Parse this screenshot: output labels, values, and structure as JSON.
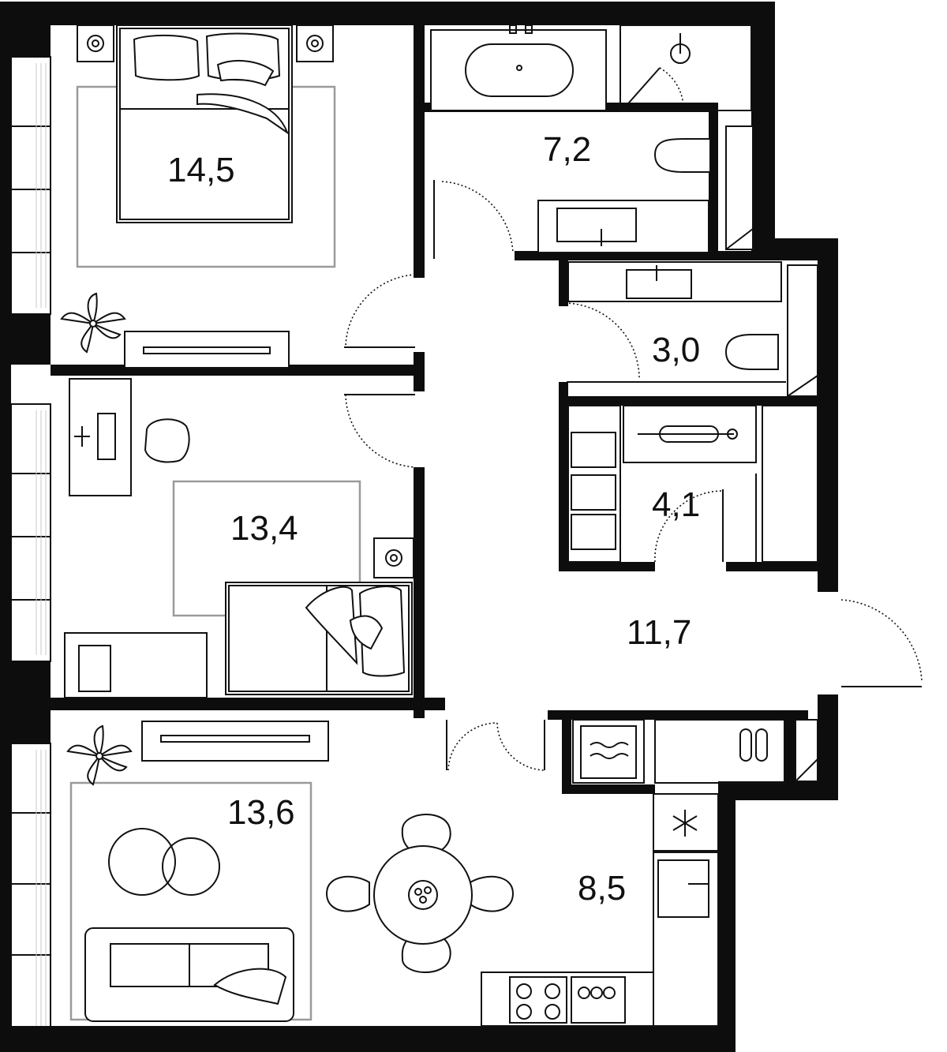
{
  "plan": {
    "rooms": [
      {
        "id": "bedroom-1",
        "area": "14,5"
      },
      {
        "id": "bathroom",
        "area": "7,2"
      },
      {
        "id": "toilet",
        "area": "3,0"
      },
      {
        "id": "bedroom-2",
        "area": "13,4"
      },
      {
        "id": "storage",
        "area": "4,1"
      },
      {
        "id": "hall",
        "area": "11,7"
      },
      {
        "id": "living-room",
        "area": "13,6"
      },
      {
        "id": "kitchen",
        "area": "8,5"
      }
    ],
    "colors": {
      "wall": "#0d0d0d",
      "furniture": "#111111",
      "rug": "#9a9a9a",
      "background": "#ffffff"
    }
  }
}
